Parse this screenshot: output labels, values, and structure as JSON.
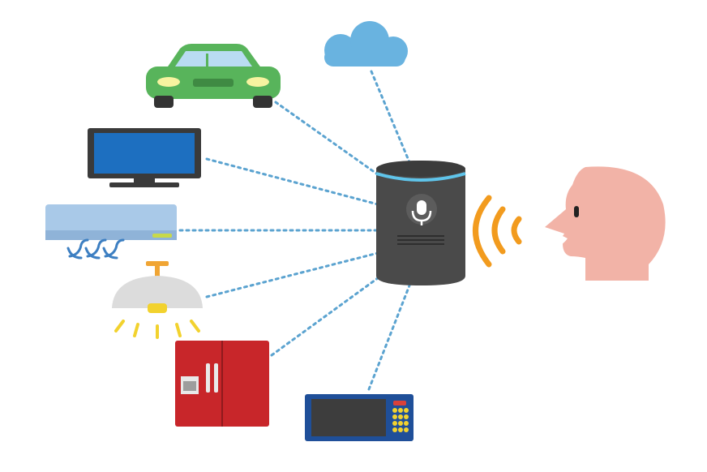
{
  "diagram": {
    "hub": {
      "icon": "smart-speaker-icon",
      "mic_icon": "microphone-icon"
    },
    "user": {
      "icon": "speaking-person-icon",
      "waves_icon": "sound-waves-icon"
    },
    "devices": [
      {
        "id": "cloud",
        "icon": "cloud-icon"
      },
      {
        "id": "car",
        "icon": "car-icon"
      },
      {
        "id": "tv",
        "icon": "television-icon"
      },
      {
        "id": "air-conditioner",
        "icon": "air-conditioner-icon"
      },
      {
        "id": "ceiling-light",
        "icon": "ceiling-light-icon"
      },
      {
        "id": "refrigerator",
        "icon": "refrigerator-icon"
      },
      {
        "id": "microwave",
        "icon": "microwave-icon"
      }
    ]
  },
  "colors": {
    "link": "#5ba3d0",
    "cloud": "#69b3e0",
    "car": "#58b45b",
    "tv_frame": "#3a3a3a",
    "tv_screen": "#1d6fc0",
    "ac_body": "#a9c9e8",
    "ac_wind": "#3d7fc2",
    "lamp_shade": "#dcdcdc",
    "lamp_light": "#f2d22e",
    "fridge": "#c8262a",
    "microwave_frame": "#1f4f99",
    "speaker_body": "#4a4a4a",
    "speaker_ring": "#5fc4ea",
    "sound_waves": "#f29b1e",
    "skin": "#f2b3a7"
  }
}
